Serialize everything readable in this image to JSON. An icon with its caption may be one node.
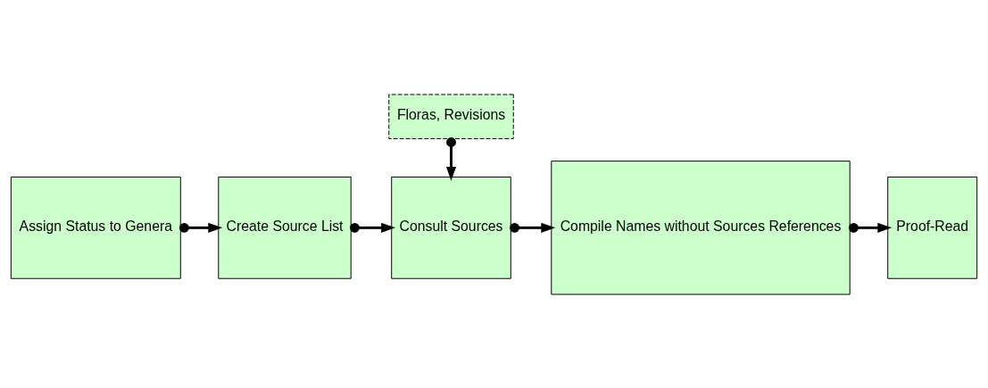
{
  "diagram": {
    "nodes": [
      {
        "text": [
          "Assign Status to Genera"
        ]
      },
      {
        "text": [
          "Create Source List"
        ]
      },
      {
        "text": [
          "Consult Sources"
        ]
      },
      {
        "text": [
          "Compile Names without Sources References"
        ]
      },
      {
        "text": [
          "Proof-Read"
        ]
      },
      {
        "text": [
          "Floras, Revisions"
        ]
      }
    ],
    "edges": [
      {
        "from": 0,
        "to": 1,
        "arrow": "to"
      },
      {
        "from": 1,
        "to": 2,
        "arrow": "to"
      },
      {
        "from": 2,
        "to": 3,
        "arrow": "to"
      },
      {
        "from": 3,
        "to": 4,
        "arrow": "to"
      },
      {
        "from": 5,
        "to": 2,
        "arrow": "to"
      }
    ]
  }
}
